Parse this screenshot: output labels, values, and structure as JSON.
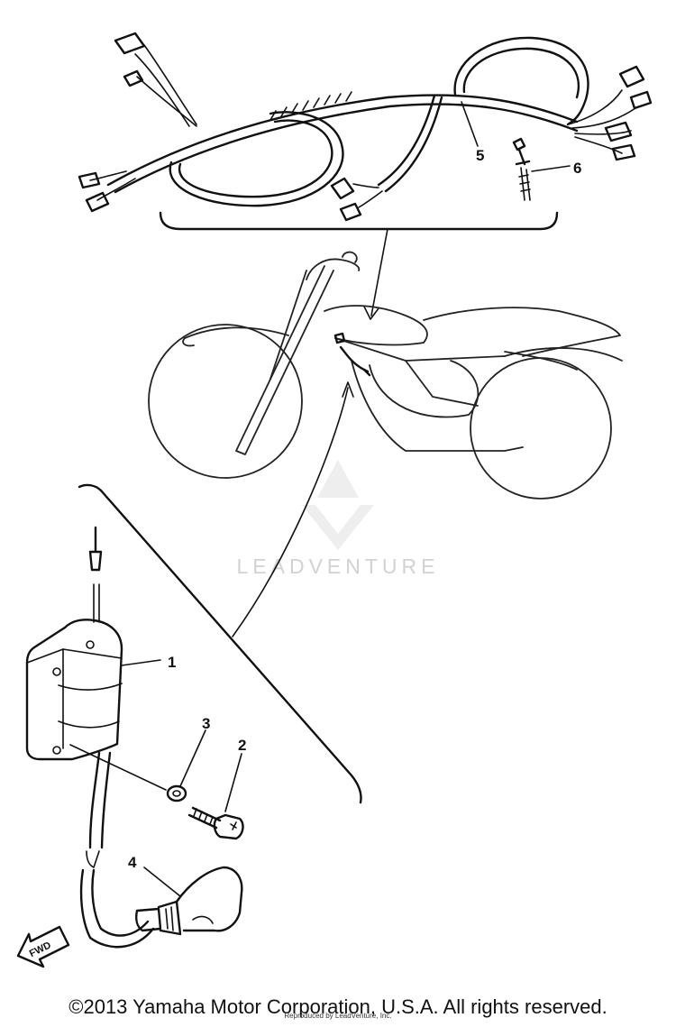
{
  "callouts": [
    "1",
    "2",
    "3",
    "4",
    "5",
    "6"
  ],
  "fwd_label": "FWD",
  "watermark": "LEADVENTURE",
  "copyright": "©2013 Yamaha Motor Corporation, U.S.A. All rights reserved.",
  "reproduced": "Reproduced by LeadVenture, Inc."
}
